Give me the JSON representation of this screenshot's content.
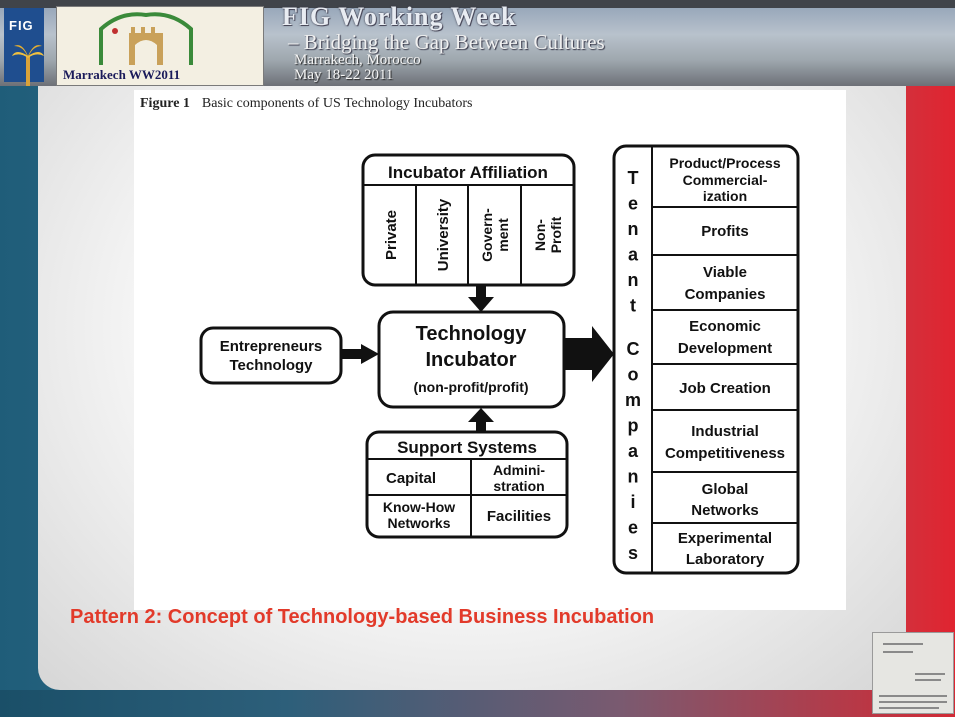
{
  "header": {
    "fig_logo": "FIG",
    "location_logo": "Marrakech WW2011",
    "headline": "FIG Working Week",
    "subline": "– Bridging the Gap Between Cultures",
    "place": "Marrakech, Morocco",
    "dates": "May 18-22 2011"
  },
  "figure": {
    "number": "Figure 1",
    "caption": "Basic components of US Technology Incubators"
  },
  "diagram": {
    "affiliation": {
      "title": "Incubator Affiliation",
      "columns": [
        [
          "Private"
        ],
        [
          "University"
        ],
        [
          "Govern-",
          "ment"
        ],
        [
          "Non-",
          "Profit"
        ]
      ]
    },
    "input": [
      "Entrepreneurs",
      "Technology"
    ],
    "core": {
      "line1": "Technology",
      "line2": "Incubator",
      "line3": "(non-profit/profit)"
    },
    "support": {
      "title": "Support Systems",
      "cells": [
        [
          "Capital"
        ],
        [
          "Admini-",
          "stration"
        ],
        [
          "Know-How",
          "Networks"
        ],
        [
          "Facilities"
        ]
      ]
    },
    "tenant_label": [
      "T",
      "e",
      "n",
      "a",
      "n",
      "t",
      "C",
      "o",
      "m",
      "p",
      "a",
      "n",
      "i",
      "e",
      "s"
    ],
    "outcomes": [
      [
        "Product/Process",
        "Commercial-",
        "ization"
      ],
      [
        "Profits"
      ],
      [
        "Viable",
        "Companies"
      ],
      [
        "Economic",
        "Development"
      ],
      [
        "Job Creation"
      ],
      [
        "Industrial",
        "Competitiveness"
      ],
      [
        "Global",
        "Networks"
      ],
      [
        "Experimental",
        "Laboratory"
      ]
    ]
  },
  "slide_title": "Pattern 2: Concept of Technology-based Business Incubation",
  "colors": {
    "title_red": "#e23a2a",
    "fig_blue": "#1f4e8f",
    "diagram_ink": "#111111"
  }
}
